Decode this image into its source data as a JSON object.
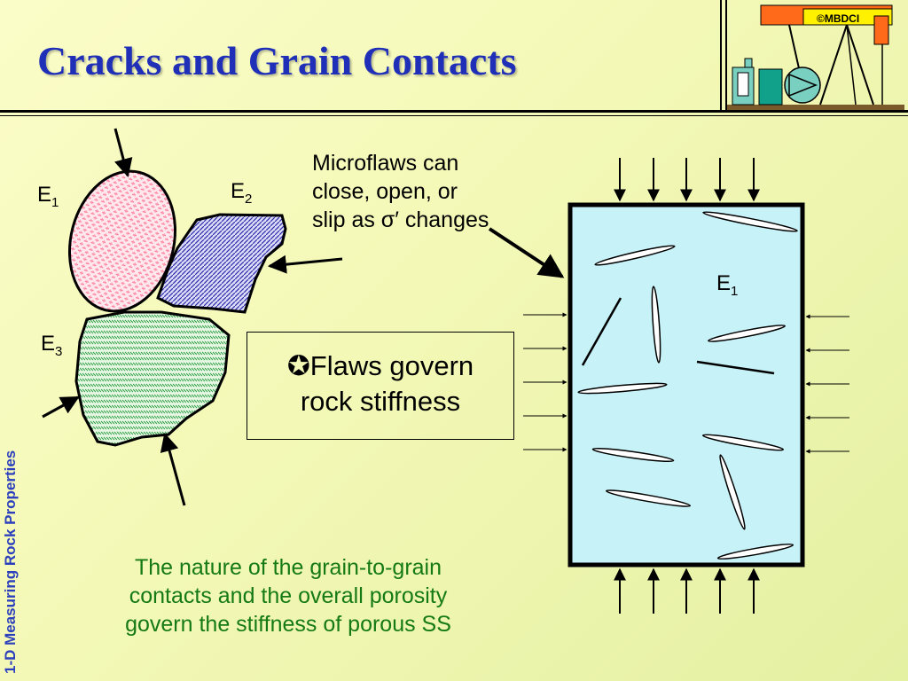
{
  "header": {
    "title": "Cracks and Grain Contacts",
    "side_label": "1-D Measuring Rock Properties",
    "logo_label": "©MBDCI"
  },
  "grains": {
    "e1_label": "E",
    "e1_sub": "1",
    "e2_label": "E",
    "e2_sub": "2",
    "e3_label": "E",
    "e3_sub": "3"
  },
  "specimen": {
    "label": "E",
    "sub": "1"
  },
  "microflaws": {
    "line1": "Microflaws can",
    "line2": "close, open, or",
    "line3": "slip as σ′ changes"
  },
  "flaws_box": {
    "icon": "star-icon",
    "line1": "✪Flaws govern",
    "line2": "rock stiffness"
  },
  "caption": {
    "line1": "The nature of the grain-to-grain",
    "line2": "contacts and the overall porosity",
    "line3": "govern the stiffness of porous SS"
  },
  "colors": {
    "title": "#1f2fb8",
    "caption": "#157a13",
    "specimen_fill": "#c6f2f8",
    "grain1": "#ff7e9a",
    "grain2": "#3a3ab8",
    "grain3": "#3bb04c"
  }
}
